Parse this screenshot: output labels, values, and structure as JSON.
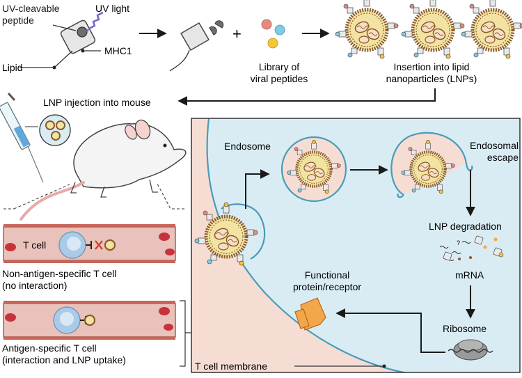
{
  "labels": {
    "uv_peptide": [
      "UV-cleavable",
      "peptide"
    ],
    "uv_light": "UV light",
    "mhc1": "MHC1",
    "lipid": "Lipid",
    "library": [
      "Library of",
      "viral peptides"
    ],
    "insertion": [
      "Insertion into lipid",
      "nanoparticles (LNPs)"
    ],
    "lnp_injection": "LNP injection into mouse",
    "t_cell": "T cell",
    "non_specific": [
      "Non-antigen-specific T cell",
      "(no interaction)"
    ],
    "specific": [
      "Antigen-specific T cell",
      "(interaction and LNP uptake)"
    ],
    "endosome": "Endosome",
    "endosomal_escape": [
      "Endosomal",
      "escape"
    ],
    "lnp_degradation": "LNP degradation",
    "mrna": "mRNA",
    "functional_protein": [
      "Functional",
      "protein/receptor"
    ],
    "ribosome": "Ribosome",
    "t_cell_membrane": "T cell membrane"
  },
  "colors": {
    "cell_interior": "#f6ddd4",
    "extracellular": "#d9ecf4",
    "membrane": "#4a9bb8",
    "lnp_core": "#f3e3a2",
    "lnp_shell": "#8a5a2b",
    "vessel": "#e8c2bb",
    "blood_cell": "#c8323a",
    "tcell": "#a9cbe8",
    "protein": "#f4a64a",
    "ribosome": "#8e8e8e",
    "mouse": "#f4f4f4",
    "peptide_red": "#e58a82",
    "peptide_blue": "#7ecbe8",
    "peptide_yellow": "#f5c53a",
    "uv": "#7a5ec7"
  },
  "icons": [
    "mhc1-molecule-icon",
    "uv-light-icon",
    "peptide-icon",
    "lnp-icon",
    "syringe-icon",
    "mouse-icon",
    "t-cell-icon",
    "red-blood-cell-icon",
    "ribosome-icon",
    "mrna-icon",
    "receptor-protein-icon"
  ]
}
